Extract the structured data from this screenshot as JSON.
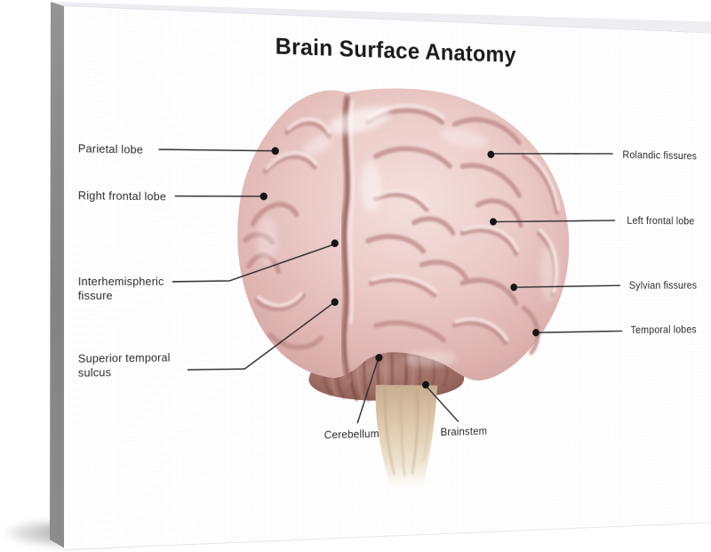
{
  "artwork": {
    "title": "Brain Surface Anatomy",
    "labels": {
      "parietal_lobe": "Parietal lobe",
      "right_frontal_lobe": "Right frontal lobe",
      "interhemispheric_fissure": "Interhemispheric fissure",
      "superior_temporal_sulcus": "Superior temporal sulcus",
      "rolandic_fissures": "Rolandic fissures",
      "left_frontal_lobe": "Left frontal lobe",
      "sylvian_fissures": "Sylvian fissures",
      "temporal_lobes": "Temporal lobes",
      "cerebellum": "Cerebellum",
      "brainstem": "Brainstem"
    },
    "colors": {
      "cortex_base": "#e6c3c0",
      "cortex_highlight": "#f7ece9",
      "cortex_shadow": "#c9928f",
      "cerebellum": "#96655d",
      "brainstem": "#dcc6aa",
      "leader_line": "#303030",
      "dot": "#141414",
      "text": "#2b2b2b",
      "title_text": "#1c1c1c",
      "canvas_side": "#8a8a8a"
    }
  }
}
